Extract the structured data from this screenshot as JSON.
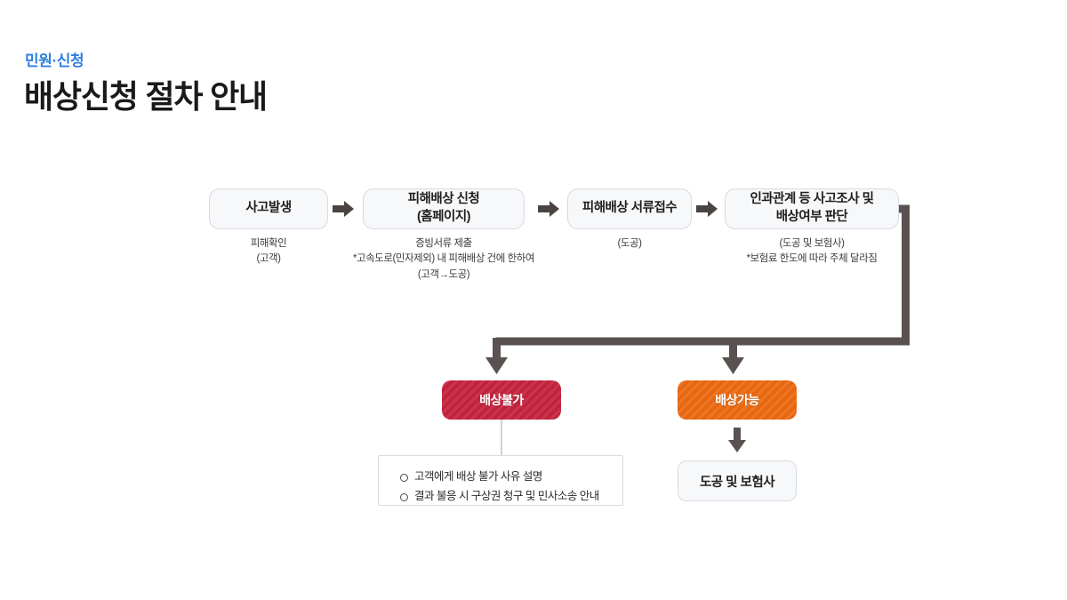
{
  "header": {
    "eyebrow": "민원·신청",
    "title": "배상신청 절차 안내"
  },
  "flow": {
    "steps": [
      {
        "label": "사고발생",
        "caption": "피해확인\n(고객)"
      },
      {
        "label": "피해배상 신청\n(홈페이지)",
        "caption": "증빙서류 제출\n*고속도로(민자제외) 내 피해배상 건에 한하여\n(고객→도공)"
      },
      {
        "label": "피해배상 서류접수",
        "caption": "(도공)"
      },
      {
        "label": "인과관계 등 사고조사 및\n배상여부 판단",
        "caption": "(도공 및 보험사)\n*보험료 한도에 따라 주체 달라짐"
      }
    ],
    "outcomes": [
      {
        "label": "배상불가",
        "color": "#c2223c"
      },
      {
        "label": "배상가능",
        "color": "#e8660d"
      }
    ],
    "notes": [
      "고객에게 배상 불가 사유 설명",
      "결과 불응 시 구상권 청구 및 민사소송 안내"
    ],
    "terminal": {
      "label": "도공 및 보험사"
    },
    "icons": {
      "arrow_right": "arrow-right-icon",
      "arrow_down": "arrow-down-icon"
    },
    "colors": {
      "connector": "#5a5250",
      "box_fill": "#f7f8fa",
      "box_border": "#d7dae2",
      "accent_blue": "#2e7fe0"
    }
  }
}
